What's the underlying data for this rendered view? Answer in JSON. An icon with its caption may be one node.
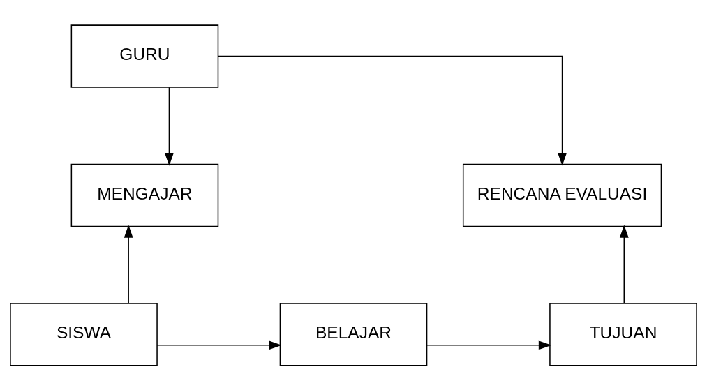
{
  "diagram": {
    "nodes": [
      {
        "text": [
          "GURU"
        ]
      },
      {
        "text": [
          "MENGAJAR"
        ]
      },
      {
        "text": [
          "RENCANA EVALUASI"
        ]
      },
      {
        "text": [
          "SISWA"
        ]
      },
      {
        "text": [
          "BELAJAR"
        ]
      },
      {
        "text": [
          "TUJUAN"
        ]
      }
    ],
    "edges": [
      {
        "from": 0,
        "to": 1,
        "arrow": "to"
      },
      {
        "from": 0,
        "to": 2,
        "arrow": "to"
      },
      {
        "from": 3,
        "to": 1,
        "arrow": "to"
      },
      {
        "from": 3,
        "to": 4,
        "arrow": "to"
      },
      {
        "from": 4,
        "to": 5,
        "arrow": "to"
      },
      {
        "from": 5,
        "to": 2,
        "arrow": "to"
      }
    ]
  }
}
